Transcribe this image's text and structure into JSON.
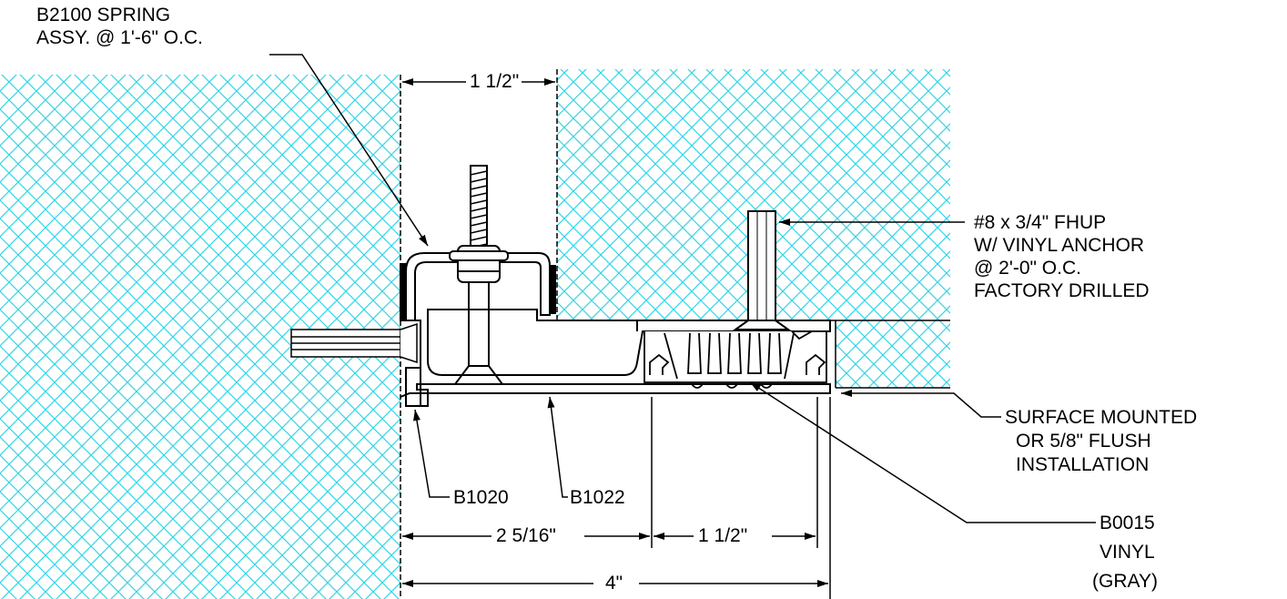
{
  "labels": {
    "spring_assembly": [
      "B2100 SPRING",
      "ASSY. @ 1'-6\" O.C."
    ],
    "fastener": [
      "#8 x 3/4\" FHUP",
      "W/ VINYL ANCHOR",
      "@ 2'-0\" O.C.",
      "FACTORY DRILLED"
    ],
    "installation": [
      "SURFACE MOUNTED",
      "OR 5/8\" FLUSH",
      "INSTALLATION"
    ],
    "vinyl": [
      "B0015",
      "VINYL",
      "(GRAY)"
    ],
    "part_b1020": "B1020",
    "part_b1022": "B1022"
  },
  "dimensions": {
    "gap_width": "1 1/2\"",
    "frame_width": "2 5/16\"",
    "vinyl_width": "1 1/2\"",
    "overall_width": "4\""
  },
  "colors": {
    "hatch": "#33d6e6",
    "line": "#000000",
    "background": "#ffffff"
  }
}
